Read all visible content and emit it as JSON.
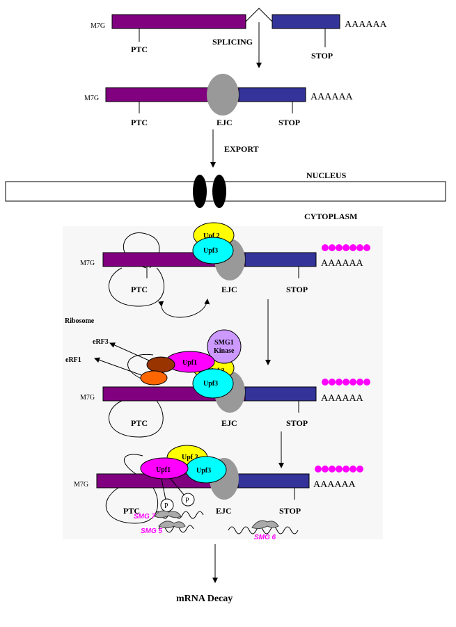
{
  "labels": {
    "m7g": "M7G",
    "ptc": "PTC",
    "stop": "STOP",
    "ejc": "EJC",
    "polya": "AAAAAA",
    "splicing": "SPLICING",
    "export": "EXPORT",
    "nucleus": "NUCLEUS",
    "cytoplasm": "CYTOPLASM",
    "ribosome": "Ribosome",
    "erf3": "eRF3",
    "erf1": "eRF1",
    "upf1": "Upf1",
    "upf2": "Upf 2",
    "upf3": "Upf3",
    "smg1_line1": "SMG1",
    "smg1_line2": "Kinase",
    "phospho": "P",
    "smg7": "SMG 7",
    "smg5": "SMG 5",
    "smg6": "SMG 6",
    "decay": "mRNA Decay"
  },
  "colors": {
    "exon1": "#800080",
    "exon2": "#333399",
    "ejc": "#999999",
    "upf2": "#ffff00",
    "upf3": "#00ffff",
    "upf1": "#ff00ff",
    "smg1": "#cc99ff",
    "erf3": "#993300",
    "erf1": "#ff6600",
    "pabp": "#ff00ff",
    "smg": "#ff00ff",
    "pore": "#000000"
  }
}
